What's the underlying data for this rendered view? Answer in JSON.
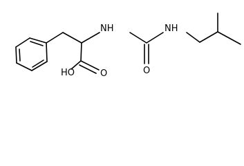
{
  "diagram": {
    "type": "skeletal-structural-formula",
    "bond_color": "#000000",
    "background": "#ffffff",
    "atom_labels": {
      "amine_nh": "NH",
      "urea_nh": "NH",
      "carbonyl_o": "O",
      "hydroxyl": "HO",
      "acid_o": "O"
    }
  }
}
